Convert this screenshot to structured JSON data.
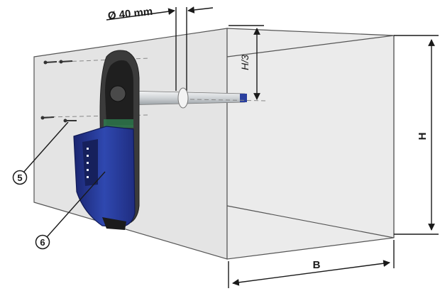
{
  "figure": {
    "pipe_diameter_label": "Ø 40 mm",
    "height_fraction_label": "H/3",
    "height_label": "H",
    "width_label": "B",
    "callouts": [
      {
        "number": "5"
      },
      {
        "number": "6"
      }
    ]
  },
  "colors": {
    "duct_face": "#e6e6e6",
    "duct_side": "#d9d9d9",
    "device_body": "#2a3f9e",
    "device_dark": "#1a2570",
    "mount_frame": "#3b3b3b",
    "pipe": "#cfd3d6",
    "pipe_tip": "#2a3f9e"
  },
  "icons": {
    "screw": "screw-icon"
  }
}
